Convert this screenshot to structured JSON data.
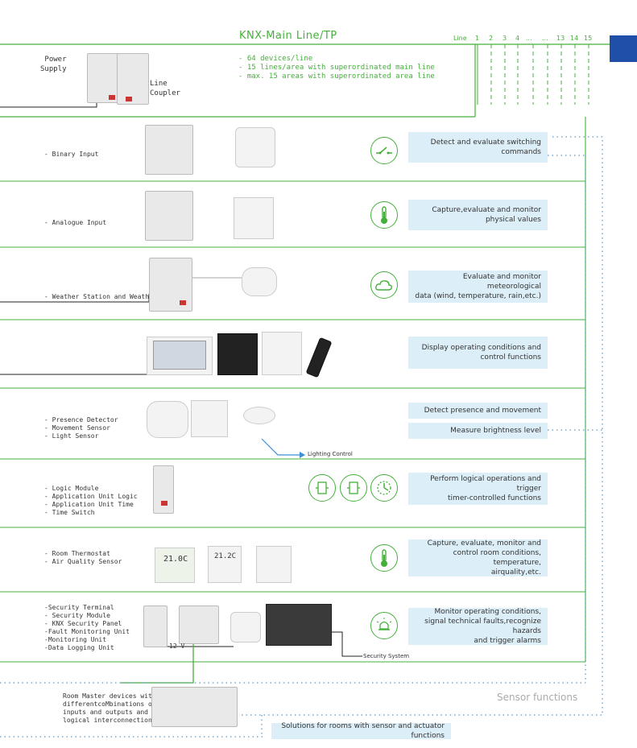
{
  "header": {
    "title": "KNX-Main Line/TP",
    "specs": [
      "- 64 devices/line",
      "- 15 lines/area with superordinated main line",
      "- max. 15 areas with superordinated area line"
    ],
    "line_label": "Line",
    "line_numbers": [
      "1",
      "2",
      "3",
      "4",
      "...",
      "...",
      "13",
      "14",
      "15"
    ],
    "power_supply": "Power\nSupply",
    "line_coupler": "Line\nCoupler"
  },
  "rows": [
    {
      "label": "- Binary Input",
      "function": [
        "Detect and evaluate switching",
        "commands"
      ],
      "icon": "switch-icon"
    },
    {
      "label": "- Analogue Input",
      "function": [
        "Capture,evaluate and monitor",
        "physical values"
      ],
      "icon": "thermometer-icon"
    },
    {
      "label": "- Weather Station and Weather Sensor",
      "function": [
        "Evaluate and monitor meteorological",
        "data (wind, temperature, rain,etc.)"
      ],
      "icon": "weather-icon"
    },
    {
      "label": "",
      "function": [
        "Display operating conditions and",
        "control functions"
      ],
      "icon": ""
    },
    {
      "label": "- Presence Detector\n- Movement Sensor\n- Light Sensor",
      "function": [
        "Detect presence and movement"
      ],
      "function2": [
        "Measure brightness level"
      ],
      "icon": ""
    },
    {
      "label": "- Logic Module\n- Application Unit Logic\n- Application Unit Time\n- Time Switch",
      "function": [
        "Perform logical operations and trigger",
        "timer-controlled functions"
      ],
      "icon": "logic-timer-icons"
    },
    {
      "label": "- Room Thermostat\n- Air Quality Sensor",
      "function": [
        "Capture, evaluate, monitor and",
        "control room conditions, temperature,",
        "airquality,etc."
      ],
      "icon": "thermometer-icon"
    },
    {
      "label": "-Security Terminal\n- Security Module\n- KNX Security Panel\n-Fault Monitoring Unit\n-Monitoring Unit\n-Data Logging Unit",
      "function": [
        "Monitor operating conditions,",
        "signal technical faults,recognize hazards",
        "and trigger alarms"
      ],
      "icon": "alarm-icon"
    }
  ],
  "lighting_control": "Lighting Control",
  "security_system": "Security System",
  "voltage_label": "12 V",
  "thermostat_display_1": "21.0C",
  "thermostat_display_2": "21.2C",
  "room_master": "Room Master devices with\ndifferentcoMbinations of\ninputs and outputs and internal\nlogical interconnection",
  "sensor_functions": "Sensor functions",
  "solutions": "Solutions for rooms with sensor and actuator functions",
  "colors": {
    "green": "#44b03a",
    "blue_box": "#dceef8",
    "blue_tab": "#1f4fa8",
    "arrow_blue": "#3a8fd8"
  }
}
